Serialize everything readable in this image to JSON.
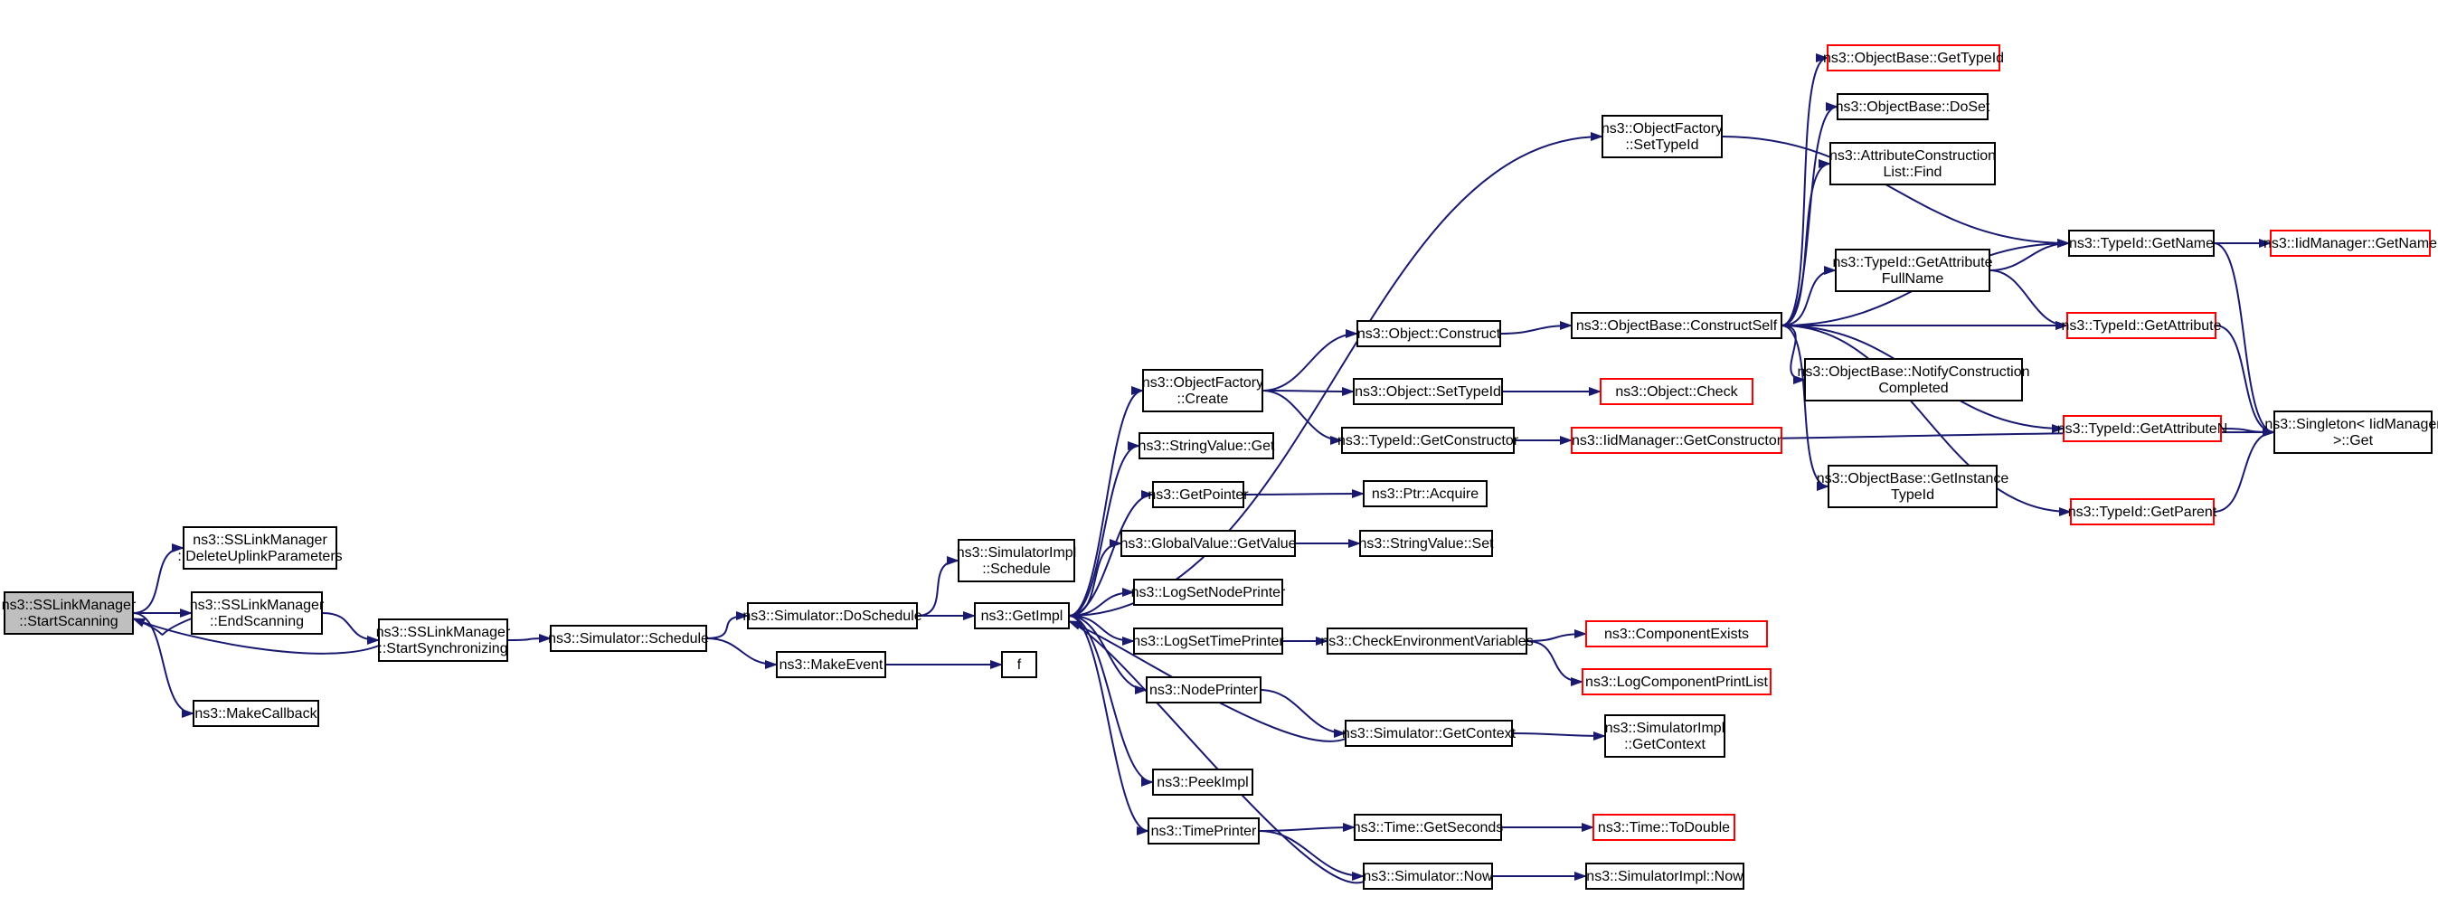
{
  "colors": {
    "edge": "#191970",
    "normal_border": "#000000",
    "truncated_border": "#ff0000",
    "root_fill": "#bfbfbf",
    "fill": "#ffffff"
  },
  "nodes": [
    {
      "id": "n0",
      "lines": [
        "ns3::SSLinkManager",
        "::StartScanning"
      ],
      "style": "root"
    },
    {
      "id": "n1",
      "lines": [
        "ns3::SSLinkManager",
        "::DeleteUplinkParameters"
      ],
      "style": "normal"
    },
    {
      "id": "n2",
      "lines": [
        "ns3::SSLinkManager",
        "::EndScanning"
      ],
      "style": "normal"
    },
    {
      "id": "n3",
      "lines": [
        "ns3::MakeCallback"
      ],
      "style": "normal"
    },
    {
      "id": "n4",
      "lines": [
        "ns3::SSLinkManager",
        "::StartSynchronizing"
      ],
      "style": "normal"
    },
    {
      "id": "n5",
      "lines": [
        "ns3::Simulator::Schedule"
      ],
      "style": "normal"
    },
    {
      "id": "n6",
      "lines": [
        "ns3::Simulator::DoSchedule"
      ],
      "style": "normal"
    },
    {
      "id": "n7",
      "lines": [
        "ns3::MakeEvent"
      ],
      "style": "normal"
    },
    {
      "id": "n8",
      "lines": [
        "ns3::SimulatorImpl",
        "::Schedule"
      ],
      "style": "normal"
    },
    {
      "id": "n9",
      "lines": [
        "ns3::GetImpl"
      ],
      "style": "normal"
    },
    {
      "id": "n10",
      "lines": [
        "f"
      ],
      "style": "normal"
    },
    {
      "id": "n11",
      "lines": [
        "ns3::ObjectFactory",
        "::Create"
      ],
      "style": "normal"
    },
    {
      "id": "n12",
      "lines": [
        "ns3::StringValue::Get"
      ],
      "style": "normal"
    },
    {
      "id": "n13",
      "lines": [
        "ns3::GetPointer"
      ],
      "style": "normal"
    },
    {
      "id": "n14",
      "lines": [
        "ns3::GlobalValue::GetValue"
      ],
      "style": "normal"
    },
    {
      "id": "n15",
      "lines": [
        "ns3::LogSetNodePrinter"
      ],
      "style": "normal"
    },
    {
      "id": "n16",
      "lines": [
        "ns3::LogSetTimePrinter"
      ],
      "style": "normal"
    },
    {
      "id": "n17",
      "lines": [
        "ns3::NodePrinter"
      ],
      "style": "normal"
    },
    {
      "id": "n18",
      "lines": [
        "ns3::PeekImpl"
      ],
      "style": "normal"
    },
    {
      "id": "n19",
      "lines": [
        "ns3::TimePrinter"
      ],
      "style": "normal"
    },
    {
      "id": "n20",
      "lines": [
        "ns3::ObjectFactory",
        "::SetTypeId"
      ],
      "style": "normal"
    },
    {
      "id": "n21",
      "lines": [
        "ns3::Object::Construct"
      ],
      "style": "normal"
    },
    {
      "id": "n22",
      "lines": [
        "ns3::Object::SetTypeId"
      ],
      "style": "normal"
    },
    {
      "id": "n23",
      "lines": [
        "ns3::TypeId::GetConstructor"
      ],
      "style": "normal"
    },
    {
      "id": "n24",
      "lines": [
        "ns3::Ptr::Acquire"
      ],
      "style": "normal"
    },
    {
      "id": "n25",
      "lines": [
        "ns3::StringValue::Set"
      ],
      "style": "normal"
    },
    {
      "id": "n26",
      "lines": [
        "ns3::CheckEnvironmentVariables"
      ],
      "style": "normal"
    },
    {
      "id": "n27",
      "lines": [
        "ns3::Simulator::GetContext"
      ],
      "style": "normal"
    },
    {
      "id": "n28",
      "lines": [
        "ns3::Time::GetSeconds"
      ],
      "style": "normal"
    },
    {
      "id": "n29",
      "lines": [
        "ns3::Simulator::Now"
      ],
      "style": "normal"
    },
    {
      "id": "n30",
      "lines": [
        "ns3::ObjectBase::ConstructSelf"
      ],
      "style": "normal"
    },
    {
      "id": "n31",
      "lines": [
        "ns3::Object::Check"
      ],
      "style": "truncated"
    },
    {
      "id": "n32",
      "lines": [
        "ns3::IidManager::GetConstructor"
      ],
      "style": "truncated"
    },
    {
      "id": "n33",
      "lines": [
        "ns3::ComponentExists"
      ],
      "style": "truncated"
    },
    {
      "id": "n34",
      "lines": [
        "ns3::LogComponentPrintList"
      ],
      "style": "truncated"
    },
    {
      "id": "n35",
      "lines": [
        "ns3::SimulatorImpl",
        "::GetContext"
      ],
      "style": "normal"
    },
    {
      "id": "n36",
      "lines": [
        "ns3::Time::ToDouble"
      ],
      "style": "truncated"
    },
    {
      "id": "n37",
      "lines": [
        "ns3::SimulatorImpl::Now"
      ],
      "style": "normal"
    },
    {
      "id": "n38",
      "lines": [
        "ns3::ObjectBase::GetTypeId"
      ],
      "style": "truncated"
    },
    {
      "id": "n39",
      "lines": [
        "ns3::ObjectBase::DoSet"
      ],
      "style": "normal"
    },
    {
      "id": "n40",
      "lines": [
        "ns3::AttributeConstruction",
        "List::Find"
      ],
      "style": "normal"
    },
    {
      "id": "n41",
      "lines": [
        "ns3::TypeId::GetAttribute",
        "FullName"
      ],
      "style": "normal"
    },
    {
      "id": "n42",
      "lines": [
        "ns3::ObjectBase::NotifyConstruction",
        "Completed"
      ],
      "style": "normal"
    },
    {
      "id": "n43",
      "lines": [
        "ns3::ObjectBase::GetInstance",
        "TypeId"
      ],
      "style": "normal"
    },
    {
      "id": "n44",
      "lines": [
        "ns3::TypeId::GetName"
      ],
      "style": "normal"
    },
    {
      "id": "n45",
      "lines": [
        "ns3::TypeId::GetAttribute"
      ],
      "style": "truncated"
    },
    {
      "id": "n46",
      "lines": [
        "ns3::TypeId::GetAttributeN"
      ],
      "style": "truncated"
    },
    {
      "id": "n47",
      "lines": [
        "ns3::TypeId::GetParent"
      ],
      "style": "truncated"
    },
    {
      "id": "n48",
      "lines": [
        "ns3::IidManager::GetName"
      ],
      "style": "truncated"
    },
    {
      "id": "n49",
      "lines": [
        "ns3::Singleton< IidManager",
        ">::Get"
      ],
      "style": "normal"
    }
  ]
}
